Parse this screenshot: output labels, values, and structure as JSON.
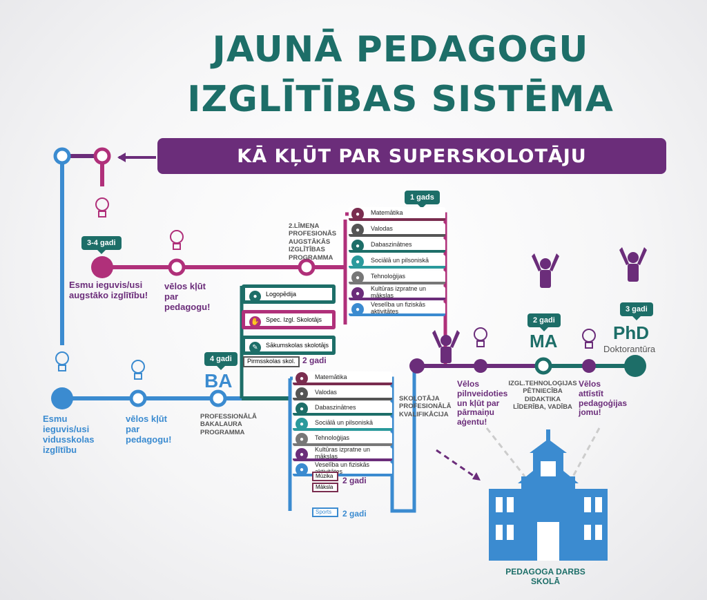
{
  "title": {
    "line1": "JAUNĀ PEDAGOGU",
    "line2": "IZGLĪTĪBAS SISTĒMA"
  },
  "banner": "KĀ KĻŪT PAR SUPERSKOLOTĀJU",
  "durations": {
    "top": "3-4 gadi",
    "ba": "4 gadi",
    "one_year": "1 gads",
    "ma": "2 gadi",
    "phd": "3 gadi",
    "preschool": "2 gadi",
    "music_art": "2 gadi",
    "sports": "2 gadi"
  },
  "top_line": {
    "start": "Esmu ieguvis/usi augstāko izglītību!",
    "want": "vēlos kļūt par pedagogu!",
    "program": "2.LĪMEŅA PROFESIONĀS AUGSTĀKĀS IZGLĪTĪBAS PROGRAMMA"
  },
  "bottom_line": {
    "start": "Esmu ieguvis/usi vidusskolas izglītību",
    "want": "vēlos kļūt par pedagogu!",
    "ba_label": "BA",
    "program": "PROFESSIONĀLĀ BAKALAURA PROGRAMMA"
  },
  "subjects_top": [
    {
      "label": "Matemātika",
      "color": "#7a2d4f"
    },
    {
      "label": "Valodas",
      "color": "#555555"
    },
    {
      "label": "Dabaszinātnes",
      "color": "#1d6e68"
    },
    {
      "label": "Sociālā un pilsoniskā",
      "color": "#2a9a9c"
    },
    {
      "label": "Tehnoloģijas",
      "color": "#777777"
    },
    {
      "label": "Kultūras izpratne un mākslas",
      "color": "#6b2d7a"
    },
    {
      "label": "Veselība un fiziskās aktivitātes",
      "color": "#3b8bd0"
    }
  ],
  "subjects_bottom": [
    {
      "label": "Matemātika",
      "color": "#7a2d4f"
    },
    {
      "label": "Valodas",
      "color": "#555555"
    },
    {
      "label": "Dabaszinātnes",
      "color": "#1d6e68"
    },
    {
      "label": "Sociālā un pilsoniskā",
      "color": "#2a9a9c"
    },
    {
      "label": "Tehnoloģijas",
      "color": "#777777"
    },
    {
      "label": "Kultūras izpratne un mākslas",
      "color": "#6b2d7a"
    },
    {
      "label": "Veselība un fiziskās aktivitātes",
      "color": "#3b8bd0"
    }
  ],
  "music": "Mūzika",
  "art": "Māksla",
  "sports": "Sports",
  "specialisations": {
    "logo": "Logopēdija",
    "spec": "Spec. Izgl. Skolotājs",
    "primary": "Sākumskolas skolotājs",
    "preschool": "Pirmsskolas skol."
  },
  "qualification": "SKOLOTĀJA PROFESIONĀLĀ KVALIFIKĀCIJA",
  "right": {
    "change": "Vēlos pilnveidoties un kļūt par pārmaiņu aģentu!",
    "ma": "MA",
    "ma_topics": "IZGL.TEHNOLOĢIJAS PĒTNIECĪBA DIDAKTIKA LĪDERĪBA, VADĪBA",
    "develop": "Vēlos attīstīt pedagoģijas jomu!",
    "phd": "PhD",
    "phd_label": "Doktorantūra"
  },
  "school": "PEDAGOGA DARBS SKOLĀ",
  "colors": {
    "teal": "#1d6e68",
    "purple": "#6b2d7a",
    "magenta": "#b0307a",
    "blue": "#3b8bd0"
  }
}
